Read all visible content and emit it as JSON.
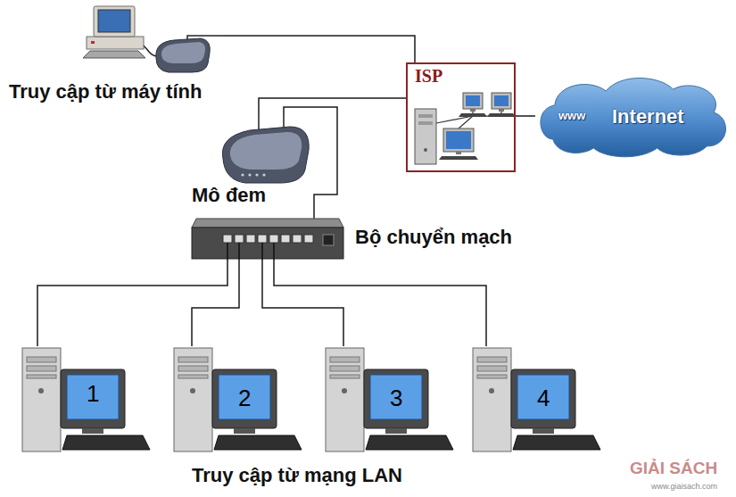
{
  "diagram": {
    "nodes": [
      {
        "text": [
          "Truy cập từ máy tính"
        ]
      },
      {
        "text": [
          "ISP"
        ]
      },
      {
        "text": [
          "www",
          "Internet"
        ]
      },
      {
        "text": [
          "Mô đem"
        ]
      },
      {
        "text": [
          "Bộ chuyển mạch"
        ]
      },
      {
        "text": [
          "1"
        ]
      },
      {
        "text": [
          "2"
        ]
      },
      {
        "text": [
          "3"
        ]
      },
      {
        "text": [
          "4"
        ]
      }
    ],
    "edges": [
      {
        "from": 0,
        "to": 1,
        "arrow": "none"
      },
      {
        "from": 1,
        "to": 2,
        "arrow": "none"
      },
      {
        "from": 3,
        "to": 1,
        "arrow": "none"
      },
      {
        "from": 3,
        "to": 4,
        "arrow": "none"
      },
      {
        "from": 4,
        "to": 5,
        "arrow": "none"
      },
      {
        "from": 4,
        "to": 6,
        "arrow": "none"
      },
      {
        "from": 4,
        "to": 7,
        "arrow": "none"
      },
      {
        "from": 4,
        "to": 8,
        "arrow": "none"
      }
    ],
    "labels": [
      "Truy cập từ mạng LAN",
      "GIẢI SÁCH",
      "www.giaisach.com"
    ]
  }
}
